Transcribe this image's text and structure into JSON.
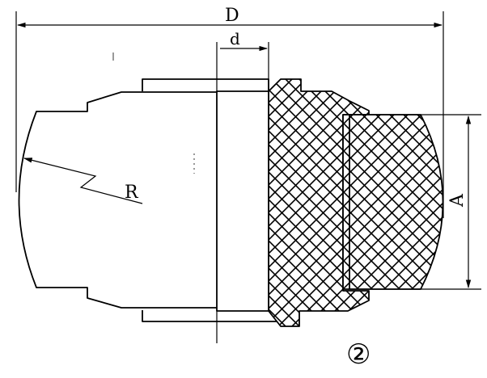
{
  "labels": {
    "D": "D",
    "d": "d",
    "R": "R",
    "A": "A",
    "figure_number": "②"
  },
  "colors": {
    "line": "#000000",
    "background": "#ffffff"
  }
}
